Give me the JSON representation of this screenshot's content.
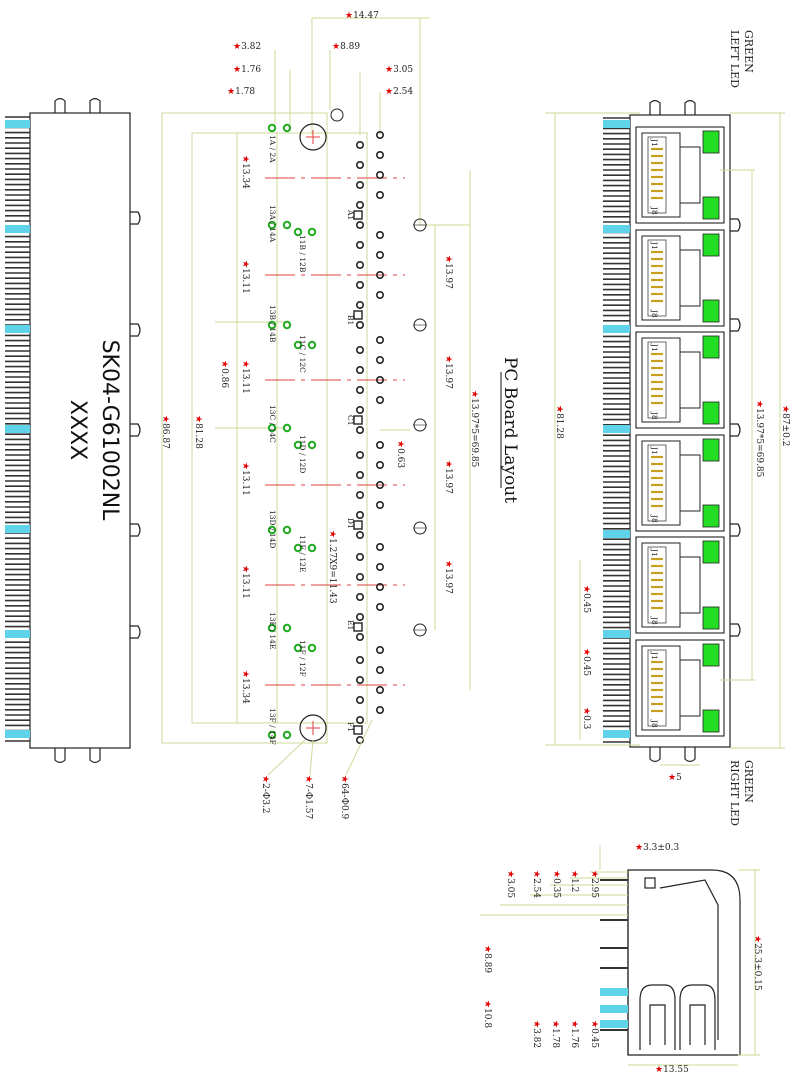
{
  "part_number": "SK04-G61002NL",
  "marking": "XXXX",
  "pcb_title": "PC Board Layout",
  "led_labels": {
    "top_1": "GREEN",
    "top_2": "LEFT LED",
    "bottom_1": "GREEN",
    "bottom_2": "RIGHT LED"
  },
  "star": "★",
  "pcb_dims": {
    "d1": "14.47",
    "d2": "3.82",
    "d3": "8.89",
    "d4": "1.76",
    "d5": "3.05",
    "d6": "1.78",
    "d7": "2.54",
    "d8": "13.34",
    "d9": "13.11",
    "d10": "0.86",
    "d11": "13.11",
    "d12": "86.87",
    "d13": "81.28",
    "d14": "13.11",
    "d15": "13.11",
    "d16": "13.34",
    "d17": "13.97",
    "d18": "13.97",
    "d19": "13.97*5=69.85",
    "d20": "0.63",
    "d21": "13.97",
    "d22": "13.97",
    "d23": "1.27X9=11.43",
    "hole1": "2-Φ3.2",
    "hole2": "7-Φ1.57",
    "hole3": "64-Φ0.9"
  },
  "front_dims": {
    "d1": "81.28",
    "d2": "13.97*5=69.85",
    "d3": "87±0.2",
    "d4": "0.45",
    "d5": "0.45",
    "d6": "0.3",
    "d7": "5"
  },
  "side_dims": {
    "d1": "3.3±0.3",
    "d2": "3.05",
    "d3": "2.54",
    "d4": "0.35",
    "d5": "1.2",
    "d6": "2.95",
    "d7": "8.89",
    "d8": "25.3±0.15",
    "d9": "10.8",
    "d10": "3.82",
    "d11": "1.78",
    "d12": "1.76",
    "d13": "0.45",
    "d14": "13.55"
  },
  "pin_groups": [
    {
      "a": "1A",
      "b": "2A",
      "c": "13A",
      "d": "14A",
      "e": "11B",
      "f": "12B",
      "row": "A1"
    },
    {
      "a": "13B",
      "b": "14B",
      "c": "11C",
      "d": "12C",
      "row": "B1"
    },
    {
      "a": "13C",
      "b": "14C",
      "c": "11D",
      "d": "12D",
      "row": "C1"
    },
    {
      "a": "13D",
      "b": "14D",
      "c": "11E",
      "d": "12E",
      "row": "D1"
    },
    {
      "a": "13E",
      "b": "14E",
      "c": "11F",
      "d": "12F",
      "row": "E1"
    },
    {
      "a": "13F",
      "b": "14F",
      "row": "F1"
    }
  ],
  "jack_labels": {
    "j1": "J1",
    "j8": "J8"
  }
}
